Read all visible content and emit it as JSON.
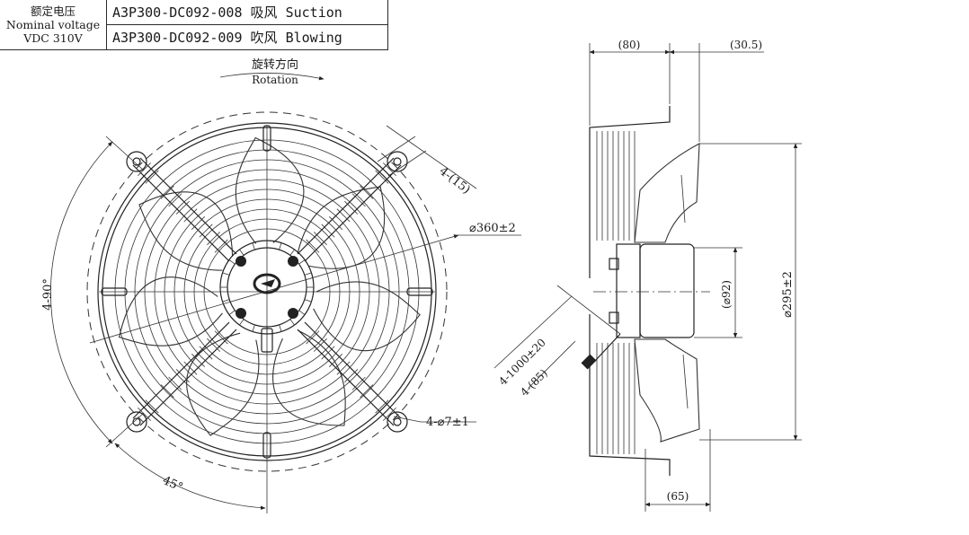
{
  "spec_table": {
    "voltage_label_cn": "额定电压",
    "voltage_label_en": "Nominal voltage",
    "voltage_value": "VDC 310V",
    "rows": [
      {
        "model": "A3P300-DC092-008",
        "type_cn": "吸风",
        "type_en": "Suction"
      },
      {
        "model": "A3P300-DC092-009",
        "type_cn": "吹风",
        "type_en": "Blowing"
      }
    ]
  },
  "front_view": {
    "rotation_cn": "旋转方向",
    "rotation_en": "Rotation",
    "dim_outer_dia": "⌀360±2",
    "dim_bracket_width": "4-(15)",
    "dim_hole": "4-⌀7±1",
    "dim_angle_90": "4-90°",
    "dim_angle_45": "45°"
  },
  "side_view": {
    "dim_top_left": "(80)",
    "dim_top_right": "(30.5)",
    "dim_motor_dia": "(⌀92)",
    "dim_fan_dia": "⌀295±2",
    "dim_cable": "4-1000±20",
    "dim_cable_end": "4-(85)",
    "dim_bottom": "(65)"
  }
}
